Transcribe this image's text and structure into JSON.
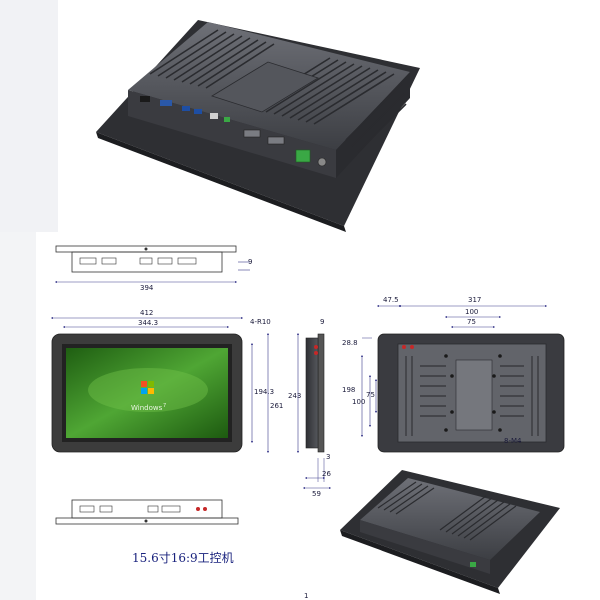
{
  "colors": {
    "bezel": "#3c3c3c",
    "chassis": "#5e6066",
    "screen_green": "#3f8f2a",
    "dimension_line": "#3a3a8c",
    "title_blue": "#1a237e",
    "terminal_green": "#3aa845",
    "connector_red": "#c62828"
  },
  "icons": {
    "windows_logo": "windows-logo-icon"
  },
  "screen": {
    "os_label": "Windows",
    "os_version": "7"
  },
  "top_view": {
    "height_label": "9",
    "width_label": "394"
  },
  "front_view": {
    "outer_width": "412",
    "inner_width": "344.3",
    "corner_note": "4-R10",
    "inner_height": "194.3",
    "outer_height": "261"
  },
  "side_view": {
    "top_thickness": "9",
    "height": "243",
    "depth_lower": "26",
    "depth_total": "59",
    "edge_thickness": "3"
  },
  "rear_view": {
    "left_offset": "47.5",
    "width": "317",
    "hole_spacing_wide": "100",
    "hole_spacing_narrow": "75",
    "top_offset": "28.8",
    "height": "198",
    "vertical_spacing_wide": "100",
    "vertical_spacing_narrow": "75",
    "screw_note": "8-M4"
  },
  "caption": "15.6寸16:9工控机",
  "page_number": "1"
}
